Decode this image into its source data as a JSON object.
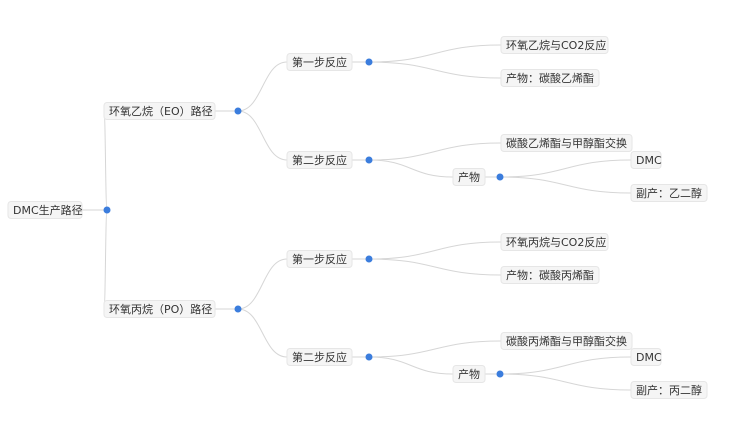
{
  "mindmap": {
    "root": {
      "label": "DMC生产路径",
      "children": [
        {
          "label": "环氧乙烷（EO）路径",
          "children": [
            {
              "label": "第一步反应",
              "children": [
                {
                  "label": "环氧乙烷与CO2反应"
                },
                {
                  "label": "产物：碳酸乙烯酯"
                }
              ]
            },
            {
              "label": "第二步反应",
              "children": [
                {
                  "label": "碳酸乙烯酯与甲醇酯交换"
                },
                {
                  "label": "产物",
                  "children": [
                    {
                      "label": "DMC"
                    },
                    {
                      "label": "副产：乙二醇"
                    }
                  ]
                }
              ]
            }
          ]
        },
        {
          "label": "环氧丙烷（PO）路径",
          "children": [
            {
              "label": "第一步反应",
              "children": [
                {
                  "label": "环氧丙烷与CO2反应"
                },
                {
                  "label": "产物：碳酸丙烯酯"
                }
              ]
            },
            {
              "label": "第二步反应",
              "children": [
                {
                  "label": "碳酸丙烯酯与甲醇酯交换"
                },
                {
                  "label": "产物",
                  "children": [
                    {
                      "label": "DMC"
                    },
                    {
                      "label": "副产：丙二醇"
                    }
                  ]
                }
              ]
            }
          ]
        }
      ]
    },
    "colors": {
      "edge": "#d6d6d6",
      "dot": "#3b7ddd",
      "node_fill": "#f5f5f5",
      "node_border": "#e6e6e6",
      "text": "#333333"
    }
  }
}
